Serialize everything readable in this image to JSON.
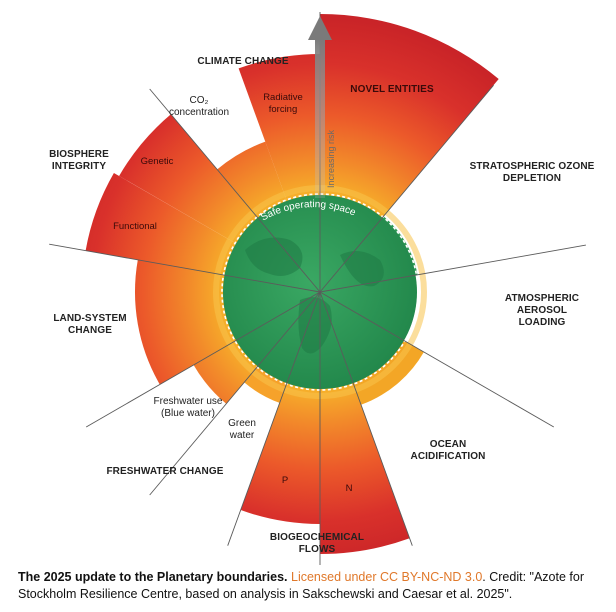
{
  "labels": {
    "climate_change": "CLIMATE CHANGE",
    "co2_line1": "CO₂",
    "co2_line2": "concentration",
    "radiative_line1": "Radiative",
    "radiative_line2": "forcing",
    "novel_entities": "NOVEL ENTITIES",
    "ozone_line1": "STRATOSPHERIC OZONE",
    "ozone_line2": "DEPLETION",
    "aerosol_line1": "ATMOSPHERIC",
    "aerosol_line2": "AEROSOL",
    "aerosol_line3": "LOADING",
    "ocean_line1": "OCEAN",
    "ocean_line2": "ACIDIFICATION",
    "bio_flows_line1": "BIOGEOCHEMICAL",
    "bio_flows_line2": "FLOWS",
    "p": "P",
    "n": "N",
    "freshwater_change": "FRESHWATER CHANGE",
    "blue_line1": "Freshwater use",
    "blue_line2": "(Blue water)",
    "green_line1": "Green",
    "green_line2": "water",
    "land_line1": "LAND-SYSTEM",
    "land_line2": "CHANGE",
    "biosphere_line1": "BIOSPHERE",
    "biosphere_line2": "INTEGRITY",
    "genetic": "Genetic",
    "functional": "Functional",
    "increasing_risk": "Increasing risk",
    "safe_space": "Safe operating space"
  },
  "caption": {
    "title": "The 2025 update to the Planetary boundaries.",
    "license": "Licensed under CC BY-NC-ND 3.0",
    "credit": ". Credit: \"Azote for Stockholm Resilience Centre, based on analysis in Sakschewski and Caesar et al. 2025\"."
  },
  "colors": {
    "safe_green": "#2e9a57",
    "warning_orange": "#f5a21e",
    "high_risk_red": "#d9312b",
    "aerosol_grey": "#c9c9c9",
    "arrow_grey": "#8a8a8a",
    "license_link": "#e0782a"
  }
}
